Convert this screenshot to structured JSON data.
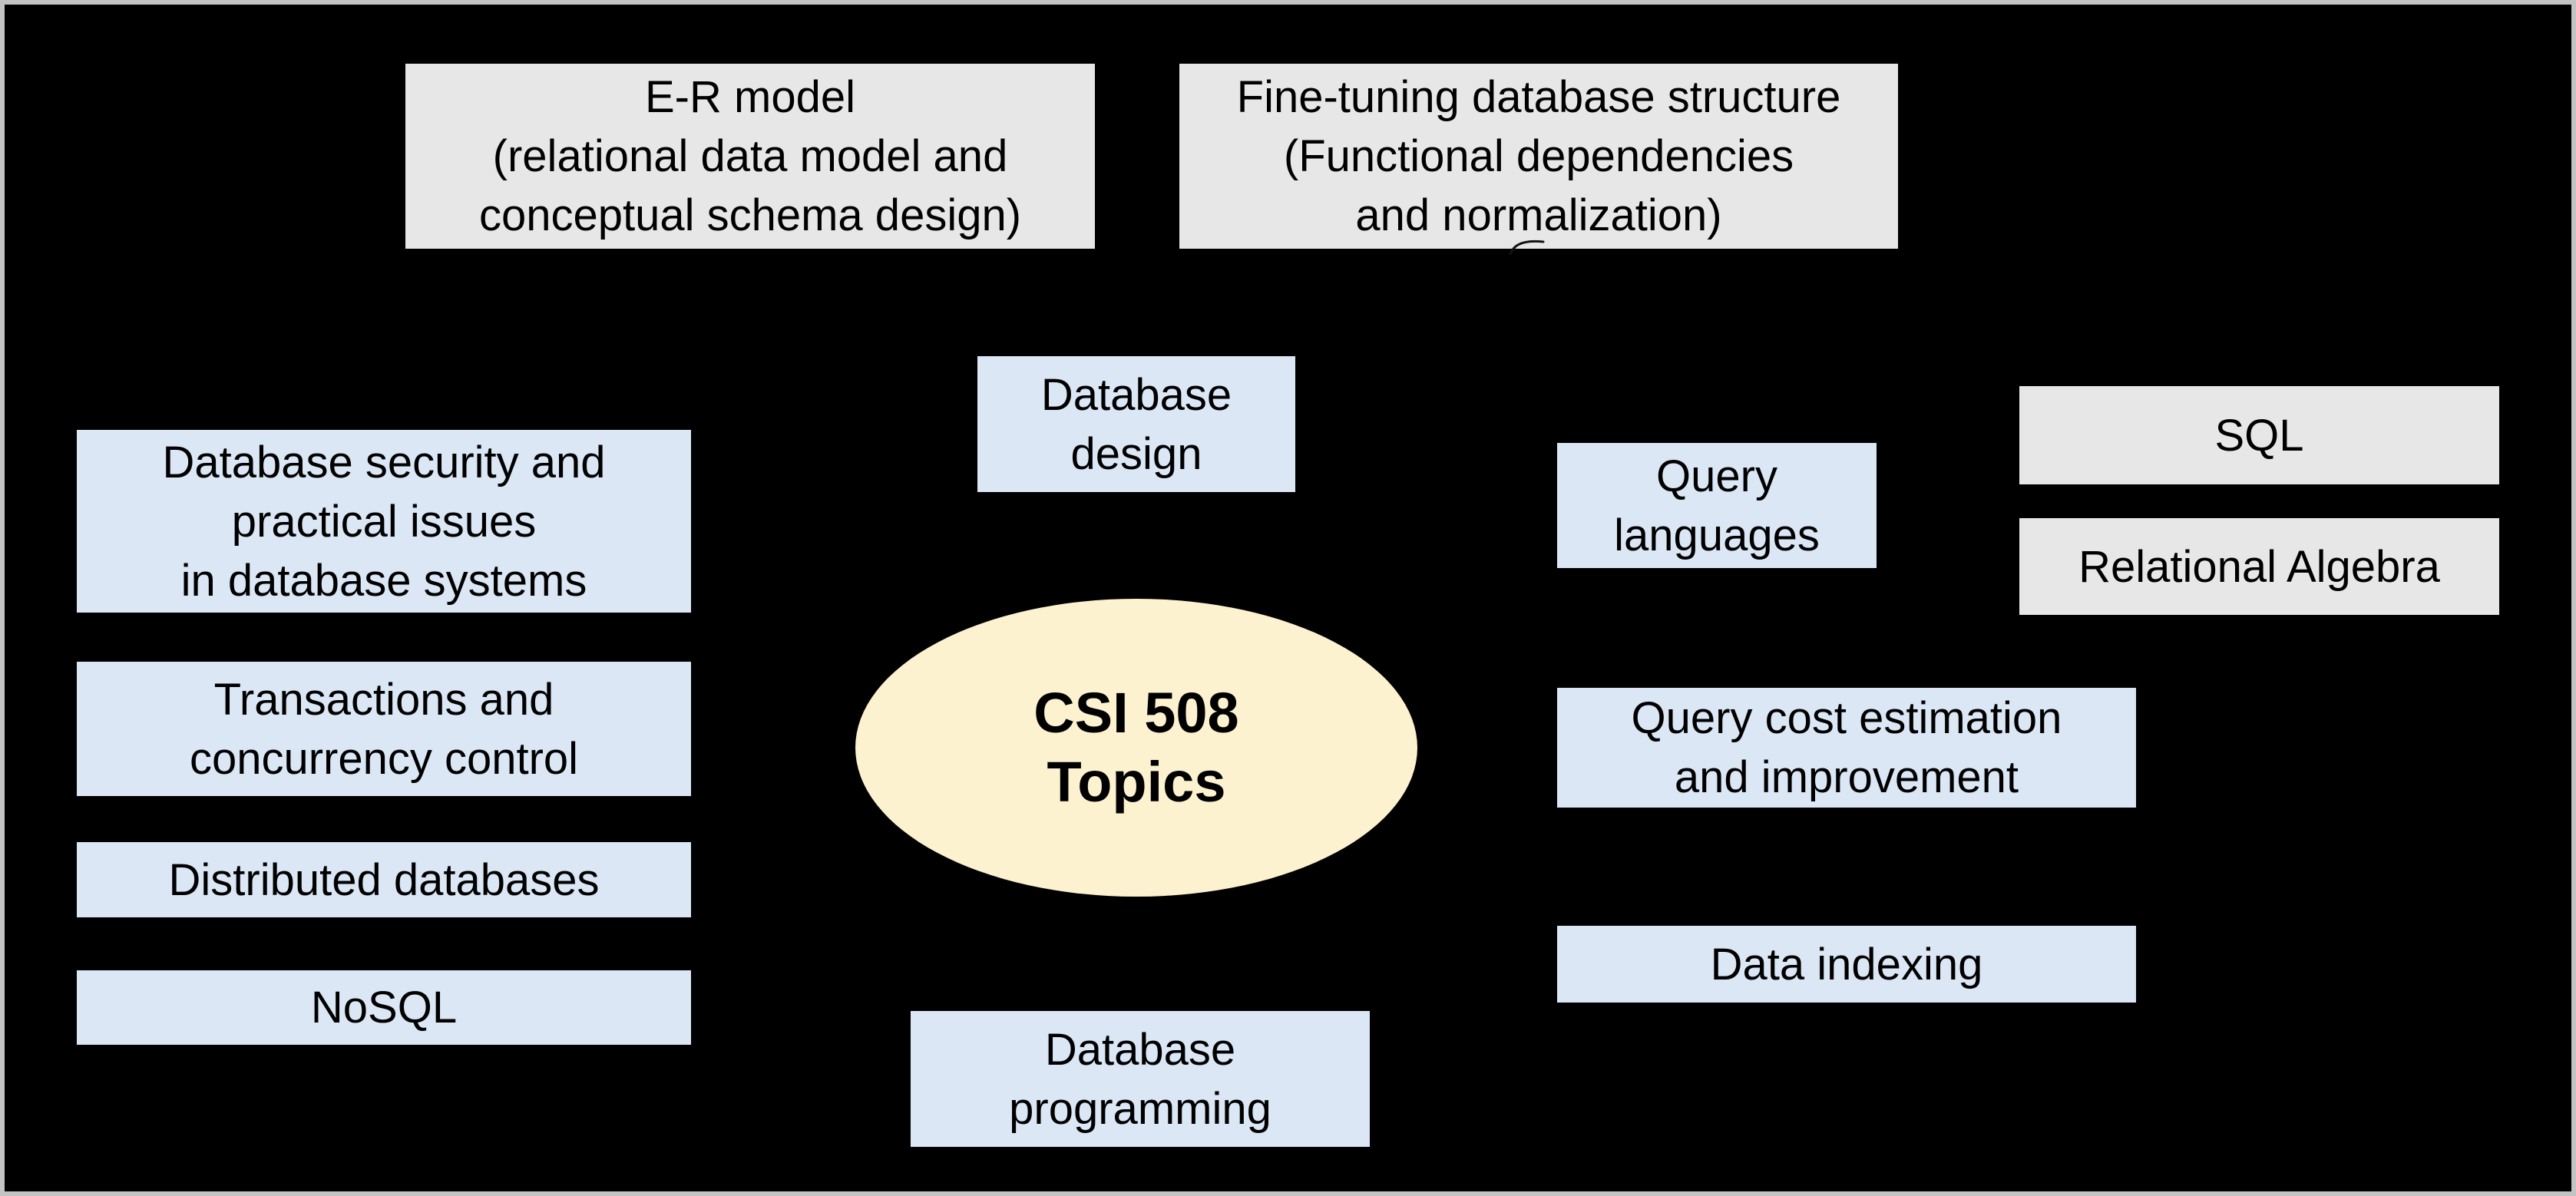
{
  "diagram": {
    "title": "CSI 508 Topics",
    "colors": {
      "background": "#000000",
      "frame": "#c3c3c3",
      "gray_box": "#e7e7e7",
      "blue_box": "#dbe7f5",
      "ellipse_fill": "#fdf2cf",
      "text": "#000000"
    },
    "center": {
      "label": "CSI 508\nTopics"
    },
    "nodes": {
      "er_model": {
        "label": "E-R model\n(relational data model and\nconceptual schema design)",
        "style": "gray"
      },
      "fine_tuning": {
        "label": "Fine-tuning database structure\n(Functional dependencies\nand normalization)",
        "style": "gray"
      },
      "database_design": {
        "label": "Database\ndesign",
        "style": "blue"
      },
      "database_security": {
        "label": "Database security and\npractical issues\nin database systems",
        "style": "blue"
      },
      "query_languages": {
        "label": "Query\nlanguages",
        "style": "blue"
      },
      "sql": {
        "label": "SQL",
        "style": "gray"
      },
      "relational_algebra": {
        "label": "Relational Algebra",
        "style": "gray"
      },
      "transactions": {
        "label": "Transactions and\nconcurrency control",
        "style": "blue"
      },
      "query_cost": {
        "label": "Query cost estimation\nand improvement",
        "style": "blue"
      },
      "distributed": {
        "label": "Distributed databases",
        "style": "blue"
      },
      "nosql": {
        "label": "NoSQL",
        "style": "blue"
      },
      "data_indexing": {
        "label": "Data indexing",
        "style": "blue"
      },
      "database_programming": {
        "label": "Database\nprogramming",
        "style": "blue"
      }
    }
  }
}
